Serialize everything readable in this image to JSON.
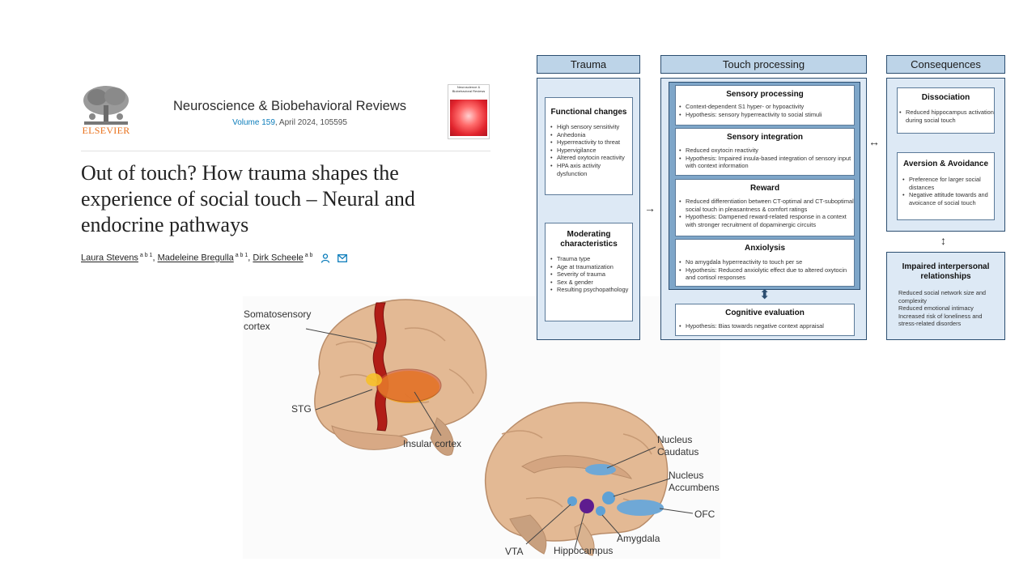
{
  "article": {
    "publisher": "ELSEVIER",
    "journal_title": "Neuroscience & Biobehavioral Reviews",
    "volume_link": "Volume 159",
    "issue_info": ", April 2024, 105595",
    "cover_title": "Neuroscience & Biobehavioral Reviews",
    "title": "Out of touch? How trauma shapes the experience of social touch – Neural and endocrine pathways",
    "authors": [
      {
        "name": "Laura Stevens",
        "sup": " a b 1"
      },
      {
        "name": "Madeleine Bregulla",
        "sup": " a b 1"
      },
      {
        "name": "Dirk Scheele",
        "sup": " a b"
      }
    ],
    "author_sep": ", "
  },
  "brain_labels": {
    "somatosensory": "Somatosensory\ncortex",
    "stg": "STG",
    "insular": "Insular cortex",
    "caudatus": "Nucleus\nCaudatus",
    "accumbens": "Nucleus\nAccumbens",
    "ofc": "OFC",
    "amygdala": "Amygdala",
    "vta": "VTA",
    "hippocampus": "Hippocampus"
  },
  "diagram": {
    "headers": {
      "trauma": "Trauma",
      "touch": "Touch processing",
      "consequences": "Consequences"
    },
    "functional_changes": {
      "title": "Functional changes",
      "items": [
        "High sensory sensitivity",
        "Anhedonia",
        "Hyperreactivity to threat",
        "Hypervigilance",
        "Altered oxytocin reactivity",
        "HPA axis activity dysfunction"
      ]
    },
    "moderating": {
      "title": "Moderating characteristics",
      "items": [
        "Trauma type",
        "Age at traumatization",
        "Severity of trauma",
        "Sex & gender",
        "Resulting psychopathology"
      ]
    },
    "sensory_processing": {
      "title": "Sensory processing",
      "items": [
        "Context-dependent S1 hyper- or hypoactivity",
        "Hypothesis: sensory hyperreactivity to social stimuli"
      ]
    },
    "sensory_integration": {
      "title": "Sensory integration",
      "items": [
        "Reduced oxytocin reactivity",
        "Hypothesis: Impaired insula-based integration of sensory input with context information"
      ]
    },
    "reward": {
      "title": "Reward",
      "items": [
        "Reduced differentiation between CT-optimal and CT-suboptimal social touch in pleasantness & comfort ratings",
        "Hypothesis: Dampened reward-related response in a context with stronger recruitment of dopaminergic circuits"
      ]
    },
    "anxiolysis": {
      "title": "Anxiolysis",
      "items": [
        "No amygdala hyperreactivity to touch per se",
        "Hypothesis: Reduced anxiolytic effect due to altered oxytocin and cortisol responses"
      ]
    },
    "cognitive": {
      "title": "Cognitive evaluation",
      "items": [
        "Hypothesis: Bias towards negative context appraisal"
      ]
    },
    "dissociation": {
      "title": "Dissociation",
      "items": [
        "Reduced hippocampus activation during social touch"
      ]
    },
    "aversion": {
      "title": "Aversion & Avoidance",
      "items": [
        "Preference for larger social distances",
        "Negative attitude towards and avoicance of social touch"
      ]
    },
    "impaired": {
      "title": "Impaired interpersonal relationships",
      "items": [
        "Reduced social network size and complexity",
        "Reduced emotional intimacy",
        "Increased risk of loneliness and stress-related disorders"
      ]
    },
    "arrows": {
      "right": "→",
      "both": "↔",
      "vertical": "↕",
      "thick": "⬍"
    }
  }
}
